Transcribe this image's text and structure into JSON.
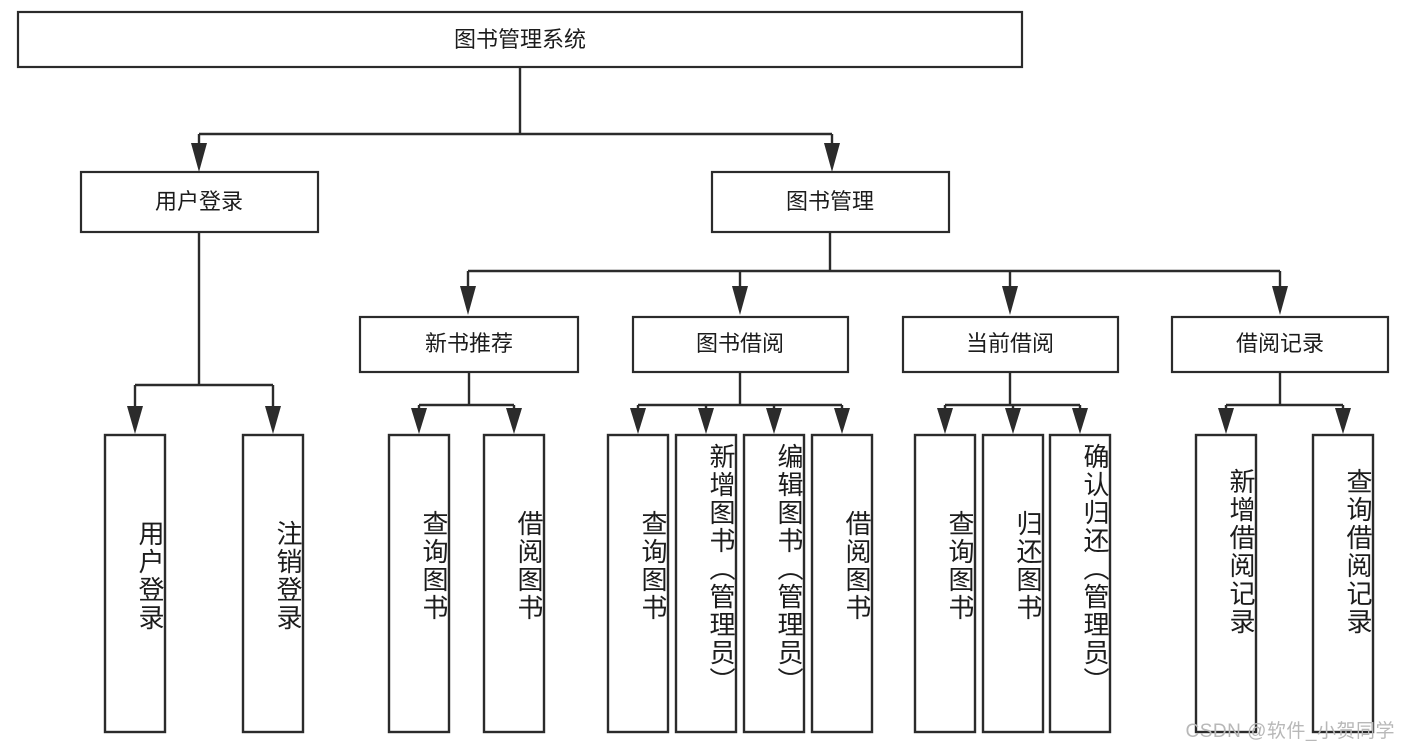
{
  "diagram": {
    "type": "tree-hierarchy",
    "title": "图书管理系统",
    "root": {
      "label": "图书管理系统"
    },
    "level1": [
      {
        "label": "用户登录"
      },
      {
        "label": "图书管理"
      }
    ],
    "level2": [
      {
        "label": "新书推荐"
      },
      {
        "label": "图书借阅"
      },
      {
        "label": "当前借阅"
      },
      {
        "label": "借阅记录"
      }
    ],
    "leaves": {
      "user_login": [
        {
          "label": "用户登录"
        },
        {
          "label": "注销登录"
        }
      ],
      "new_book_recommend": [
        {
          "label": "查询图书"
        },
        {
          "label": "借阅图书"
        }
      ],
      "book_borrow": [
        {
          "label": "查询图书"
        },
        {
          "label": "新增图书（管理员）"
        },
        {
          "label": "编辑图书（管理员）"
        },
        {
          "label": "借阅图书"
        }
      ],
      "current_borrow": [
        {
          "label": "查询图书"
        },
        {
          "label": "归还图书"
        },
        {
          "label": "确认归还（管理员）"
        }
      ],
      "borrow_record": [
        {
          "label": "新增借阅记录"
        },
        {
          "label": "查询借阅记录"
        }
      ]
    }
  },
  "watermark": {
    "text": "CSDN @软件_小贺同学"
  },
  "colors": {
    "stroke": "#2b2b2b",
    "fill": "#ffffff",
    "text": "#1c1c1c",
    "watermark": "#b8b8b8"
  }
}
